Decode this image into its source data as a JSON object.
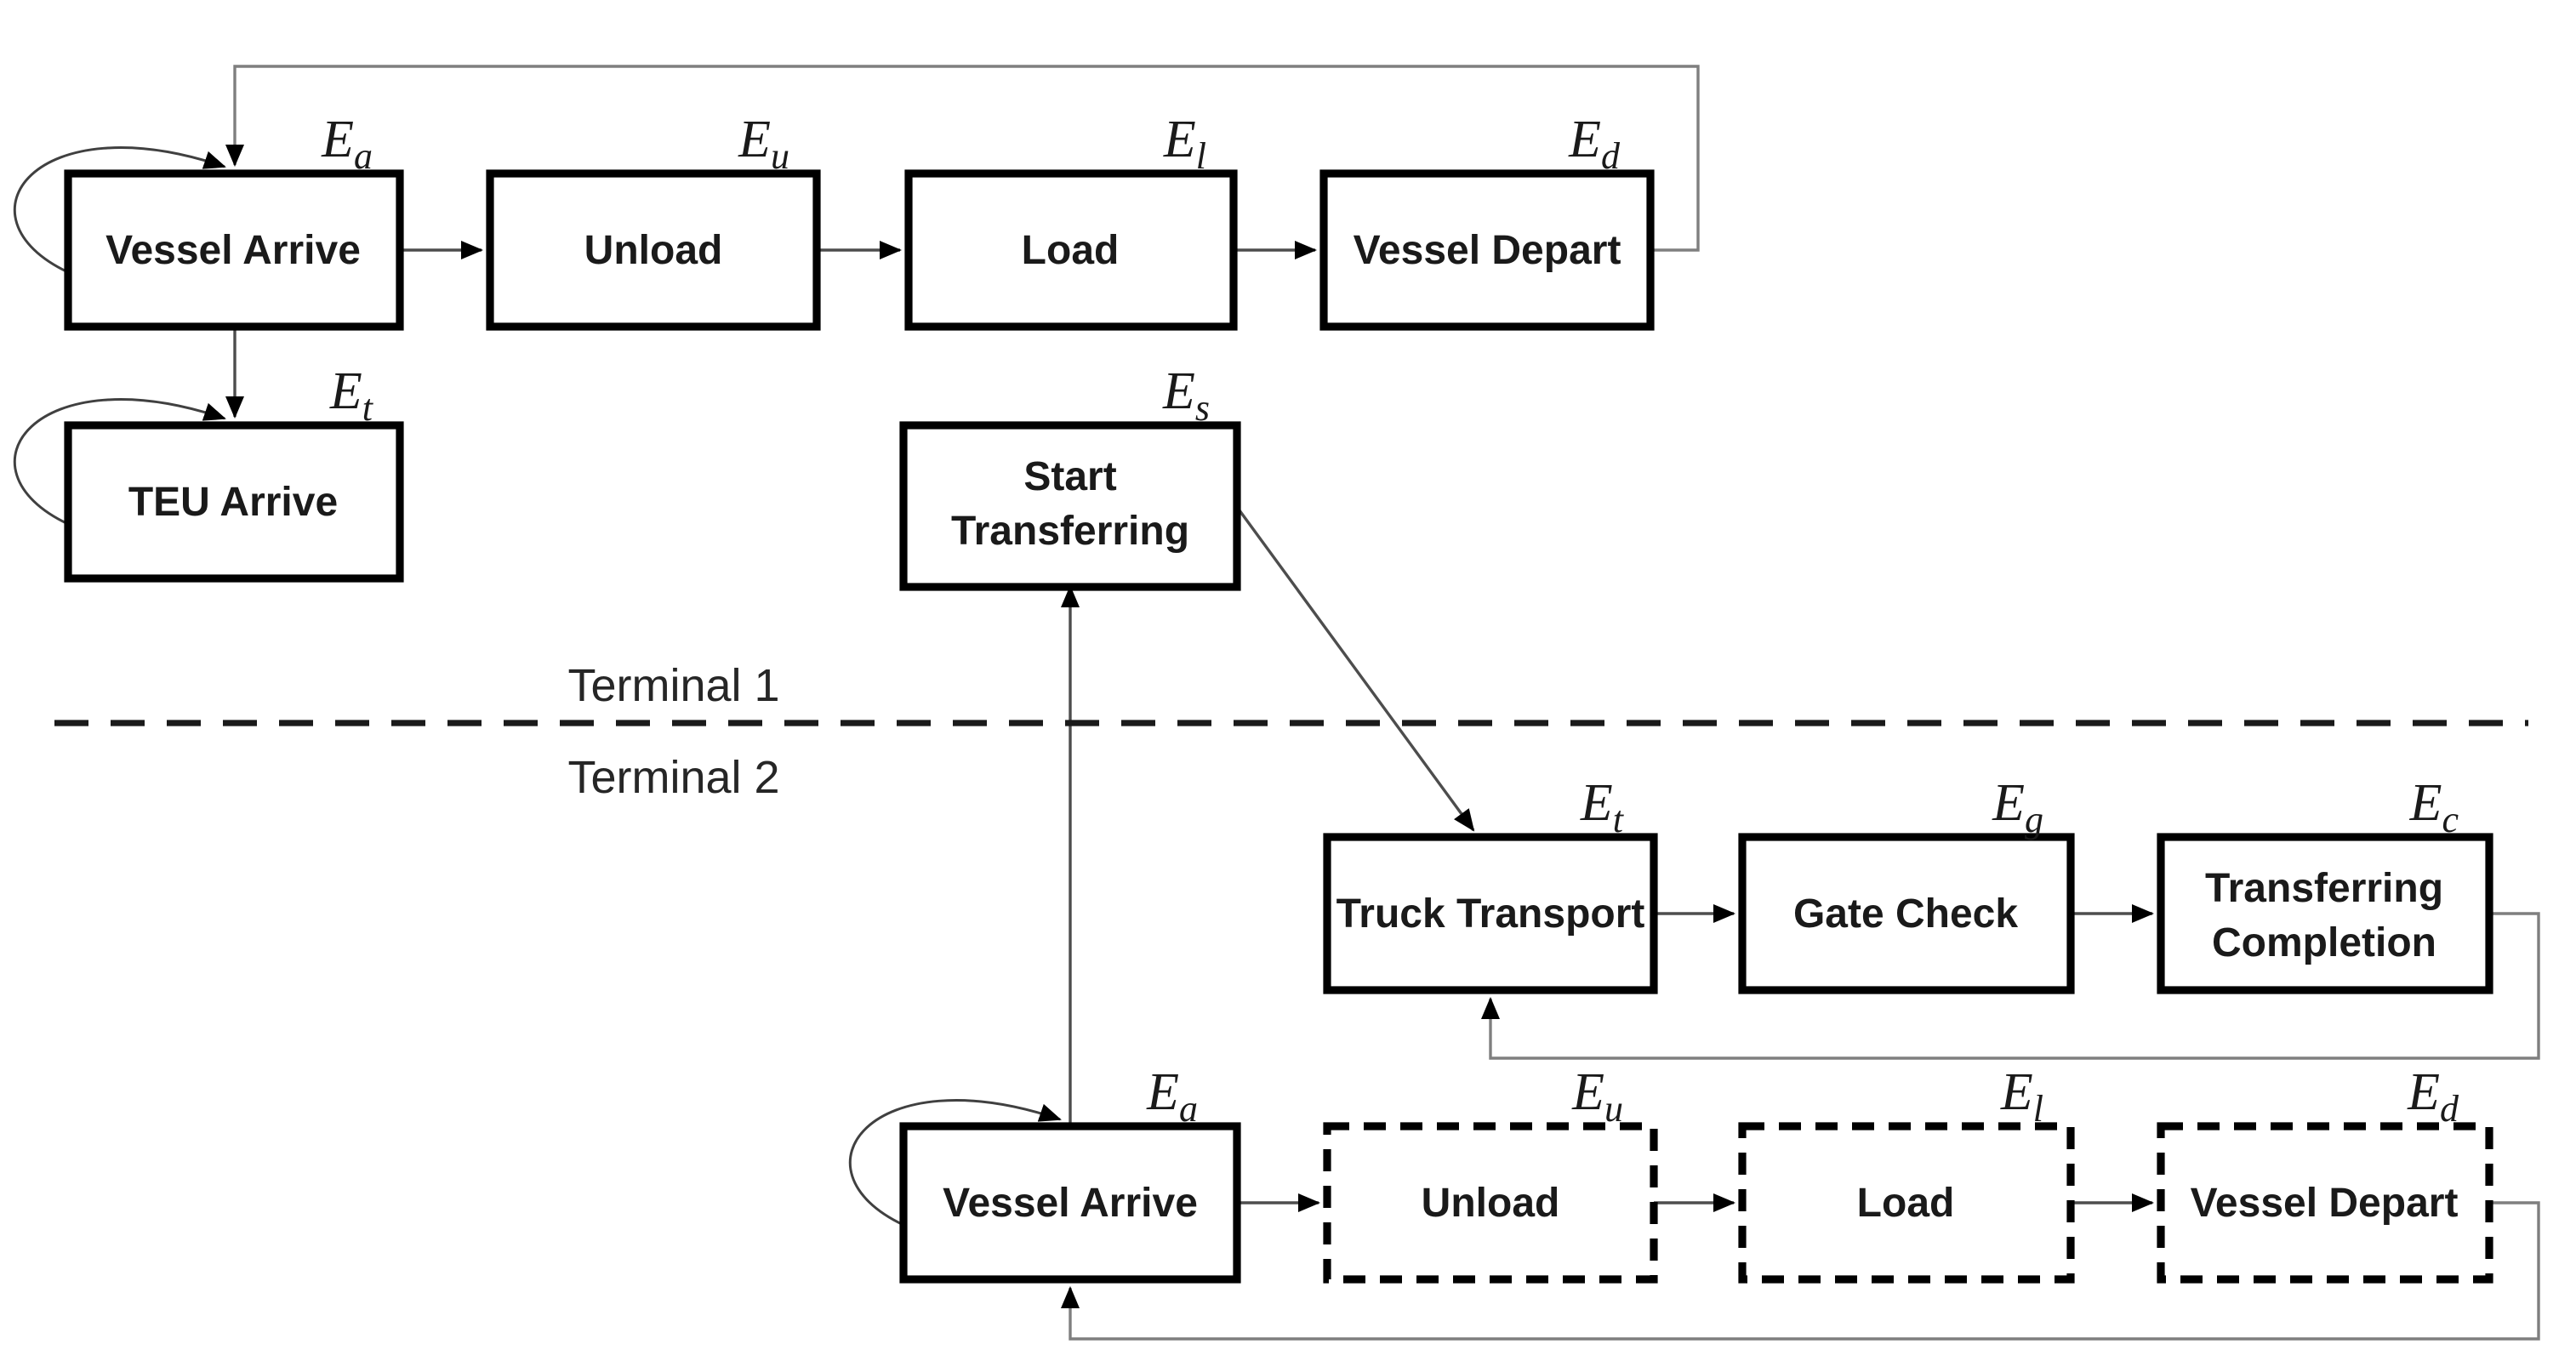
{
  "diagram": {
    "event_symbol": "E",
    "terminal1": {
      "label": "Terminal 1",
      "nodes": {
        "vessel_arrive": {
          "label": "Vessel Arrive",
          "event_sub": "a"
        },
        "unload": {
          "label": "Unload",
          "event_sub": "u"
        },
        "load": {
          "label": "Load",
          "event_sub": "l"
        },
        "vessel_depart": {
          "label": "Vessel Depart",
          "event_sub": "d"
        },
        "teu_arrive": {
          "label": "TEU Arrive",
          "event_sub": "t"
        }
      }
    },
    "transfer": {
      "start_transferring": {
        "label1": "Start",
        "label2": "Transferring",
        "event_sub": "s"
      }
    },
    "terminal2": {
      "label": "Terminal 2",
      "nodes": {
        "truck_transport": {
          "label": "Truck Transport",
          "event_sub": "t"
        },
        "gate_check": {
          "label": "Gate Check",
          "event_sub": "g"
        },
        "transferring_completion": {
          "label1": "Transferring",
          "label2": "Completion",
          "event_sub": "c"
        },
        "vessel_arrive": {
          "label": "Vessel Arrive",
          "event_sub": "a"
        },
        "unload": {
          "label": "Unload",
          "event_sub": "u"
        },
        "load": {
          "label": "Load",
          "event_sub": "l"
        },
        "vessel_depart": {
          "label": "Vessel Depart",
          "event_sub": "d"
        }
      }
    },
    "colors": {
      "box_border": "#000000",
      "connector": "#4d4d4d",
      "long_connector": "#7f7f7f",
      "text": "#1a1a1a",
      "background": "#ffffff"
    }
  }
}
